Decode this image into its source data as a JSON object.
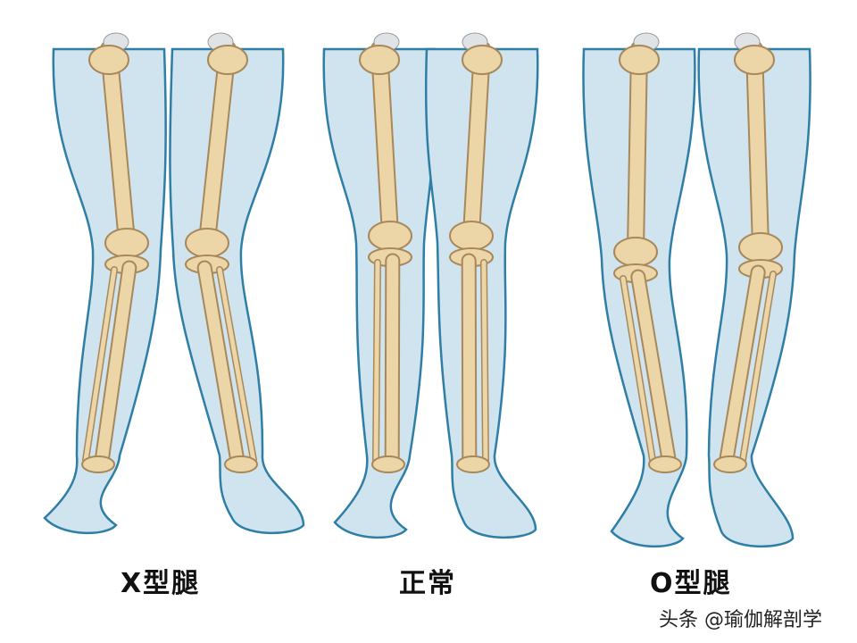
{
  "labels": {
    "x_legs": "X型腿",
    "normal": "正常",
    "o_legs": "O型腿"
  },
  "watermark": "头条 @瑜伽解剖学",
  "colors": {
    "skin": "#cfe4ee",
    "outline": "#2e7ea6",
    "bone": "#ecd6a8",
    "bone_edge": "#a8885a"
  }
}
